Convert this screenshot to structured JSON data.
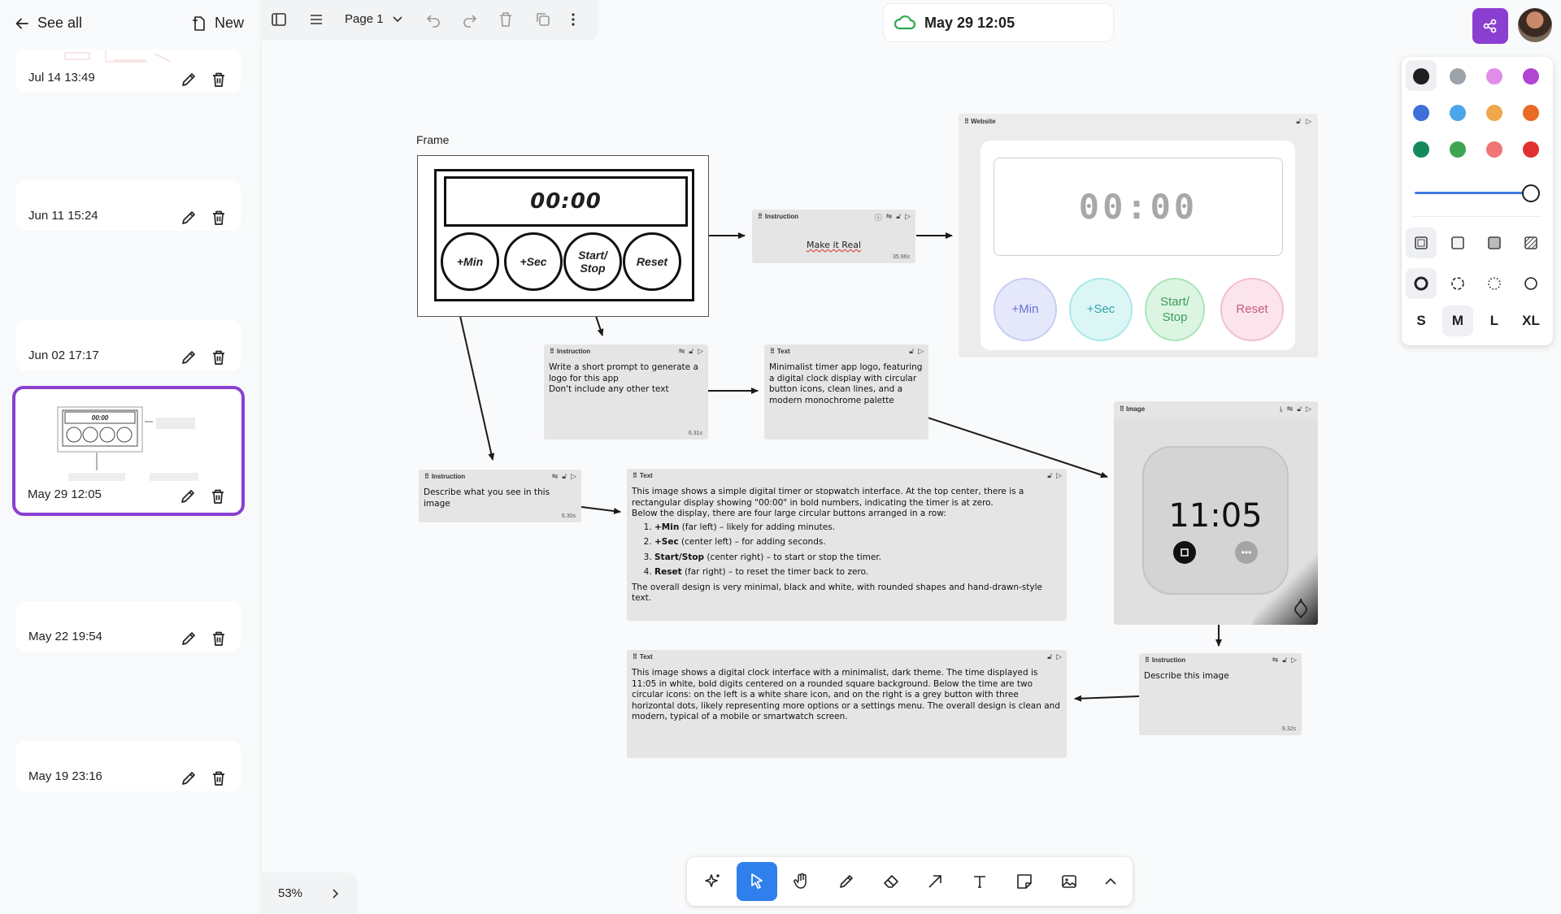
{
  "sidebar": {
    "back_label": "See all",
    "new_label": "New",
    "boards": [
      {
        "date": "Jul 14 13:49"
      },
      {
        "date": "Jun 11 15:24"
      },
      {
        "date": "Jun 02 17:17"
      },
      {
        "date": "May 29 12:05",
        "selected": true
      },
      {
        "date": "May 22 19:54"
      },
      {
        "date": "May 19 23:16"
      }
    ]
  },
  "toolbar": {
    "page_label": "Page 1"
  },
  "board_title": "May 29 12:05",
  "style_panel": {
    "colors": [
      "#1f1f1f",
      "#9ca3ab",
      "#e18ce8",
      "#b046d4",
      "#3f6fd9",
      "#4aa6e8",
      "#f0a84a",
      "#e86a24",
      "#128a5c",
      "#3ea552",
      "#f27575",
      "#e03131"
    ],
    "sizes": [
      "S",
      "M",
      "L",
      "XL"
    ],
    "selected_size": "M"
  },
  "canvas": {
    "frame": {
      "label": "Frame",
      "display": "00:00",
      "buttons": [
        "+Min",
        "+Sec",
        "Start/ Stop",
        "Reset"
      ]
    },
    "nodes": {
      "make_real": {
        "type": "Instruction",
        "body": "Make it Real",
        "time": "35.96s"
      },
      "logo_prompt": {
        "type": "Instruction",
        "body": "Write a short prompt to generate a logo for this app\nDon't include any other text",
        "time": "6.31s"
      },
      "logo_text": {
        "type": "Text",
        "body": "Minimalist timer app logo, featuring a digital clock display with circular button icons, clean lines, and a modern monochrome palette"
      },
      "describe_instr": {
        "type": "Instruction",
        "body": "Describe what you see in this image",
        "time": "6.30s"
      },
      "description": {
        "type": "Text",
        "intro": "This image shows a simple digital timer or stopwatch interface. At the top center, there is a rectangular display showing \"00:00\" in bold numbers, indicating the timer is at zero.",
        "intro2": "Below the display, there are four large circular buttons arranged in a row:",
        "items": [
          {
            "b": "+Min",
            "t": " (far left) – likely for adding minutes."
          },
          {
            "b": "+Sec",
            "t": " (center left) – for adding seconds."
          },
          {
            "b": "Start/Stop",
            "t": " (center right) – to start or stop the timer."
          },
          {
            "b": "Reset",
            "t": " (far right) – to reset the timer back to zero."
          }
        ],
        "outro": "The overall design is very minimal, black and white, with rounded shapes and hand-drawn-style text."
      },
      "clock_text": {
        "type": "Text",
        "body": "This image shows a digital clock interface with a minimalist, dark theme. The time displayed is 11:05 in white, bold digits centered on a rounded square background. Below the time are two circular icons: on the left is a white share icon, and on the right is a grey button with three horizontal dots, likely representing more options or a settings menu. The overall design is clean and modern, typical of a mobile or smartwatch screen."
      },
      "describe_image": {
        "type": "Instruction",
        "body": "Describe this image",
        "time": "9.32s"
      }
    },
    "website": {
      "header": "Website",
      "display": "00:00",
      "buttons": [
        {
          "label": "+Min",
          "bg": "#e5e7fb",
          "border": "#c9cdf5",
          "color": "#6870d6"
        },
        {
          "label": "+Sec",
          "bg": "#dcf6f6",
          "border": "#a9e8ea",
          "color": "#2fa4a9"
        },
        {
          "label": "Start/ Stop",
          "bg": "#dcf5e2",
          "border": "#a9e6b8",
          "color": "#3d9a5d"
        },
        {
          "label": "Reset",
          "bg": "#fbe4ec",
          "border": "#f1bfd0",
          "color": "#c25a7f"
        }
      ]
    },
    "image": {
      "header": "Image",
      "time": "11:05"
    }
  },
  "zoom": "53%"
}
